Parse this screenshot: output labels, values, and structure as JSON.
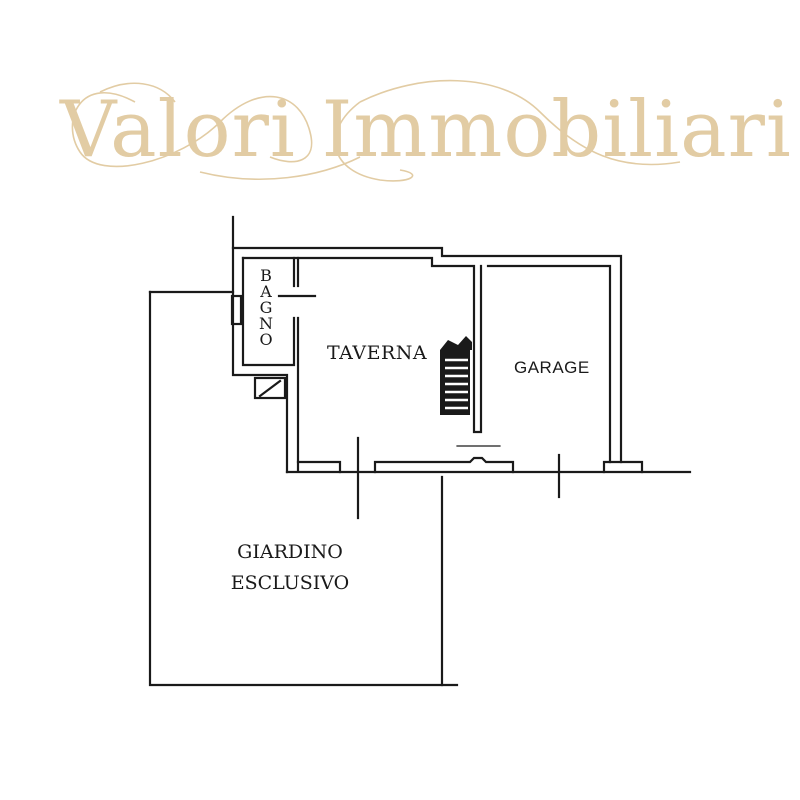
{
  "brand": {
    "logo_text": "Valori Immobiliari",
    "color": "#e2cca4"
  },
  "floor_plan": {
    "line_color": "#1a1a1a",
    "rooms": {
      "bagno": {
        "label": "BAGNO",
        "letters": [
          "B",
          "A",
          "G",
          "N",
          "O"
        ]
      },
      "taverna": {
        "label": "TAVERNA"
      },
      "garage": {
        "label": "GARAGE"
      },
      "giardino": {
        "label_line1": "GIARDINO",
        "label_line2": "ESCLUSIVO"
      }
    }
  }
}
